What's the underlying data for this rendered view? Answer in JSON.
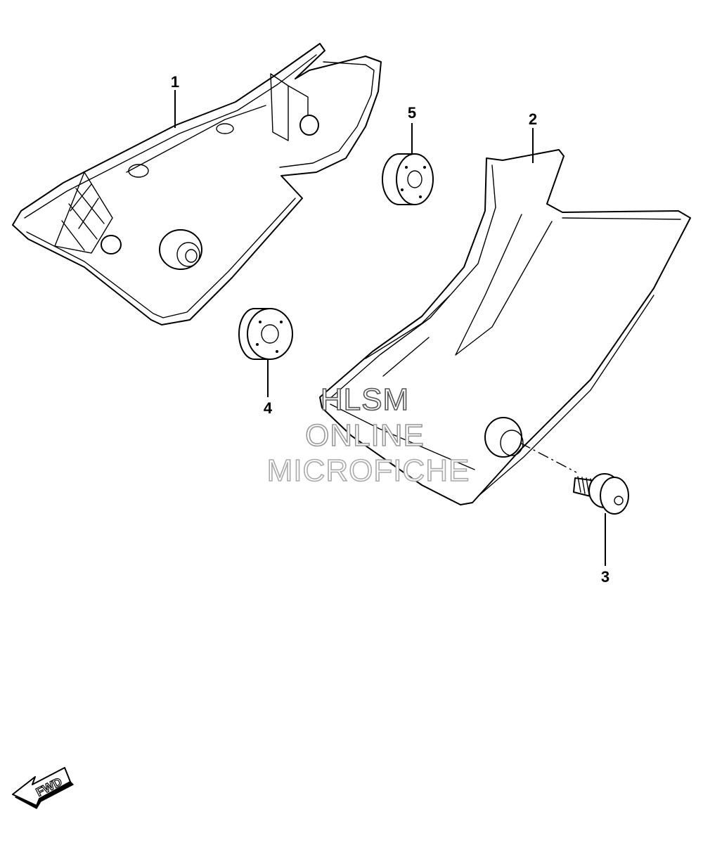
{
  "callouts": [
    {
      "id": "1",
      "label": "1"
    },
    {
      "id": "2",
      "label": "2"
    },
    {
      "id": "3",
      "label": "3"
    },
    {
      "id": "4",
      "label": "4"
    },
    {
      "id": "5",
      "label": "5"
    }
  ],
  "watermark": {
    "line1": "HLSM",
    "line2": "ONLINE",
    "line3": "MICROFICHE",
    "color_dark": "#555555",
    "color_light": "#aaaaaa"
  },
  "fwd_arrow": {
    "label": "FWD",
    "icon": "fwd-arrow-icon"
  }
}
